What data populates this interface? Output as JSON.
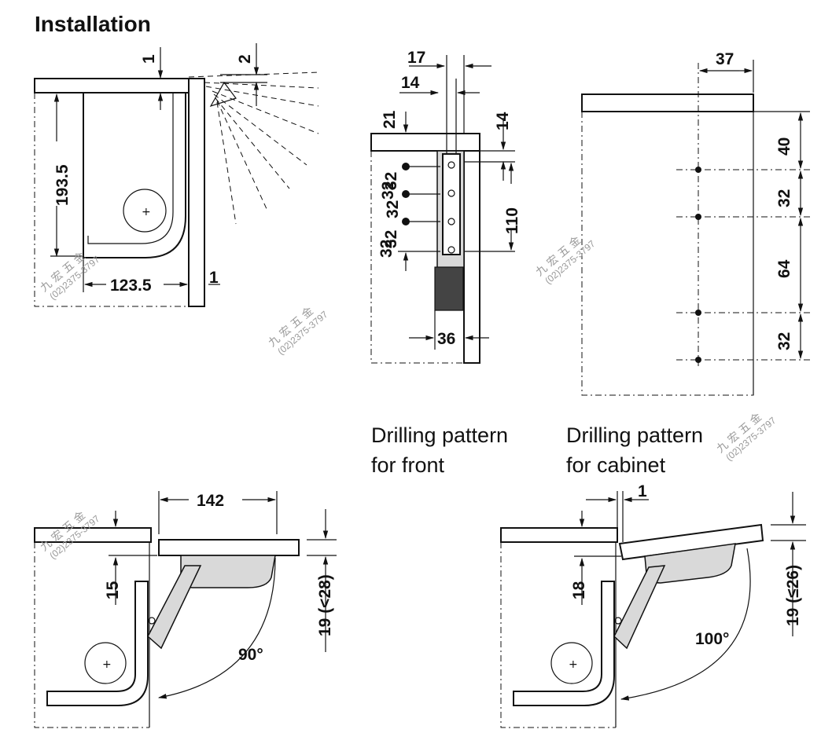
{
  "title": "Installation",
  "captions": {
    "front_line1": "Drilling pattern",
    "front_line2": "for front",
    "cabinet_line1": "Drilling pattern",
    "cabinet_line2": "for cabinet"
  },
  "install_top": {
    "dim_1a": "1",
    "dim_2": "2",
    "dim_193_5": "193.5",
    "dim_123_5": "123.5",
    "dim_1b": "1"
  },
  "front_pattern": {
    "dim_17": "17",
    "dim_14_left": "14",
    "dim_21": "21",
    "dim_14_right": "14",
    "dim_32_a": "32",
    "dim_32_b": "32",
    "dim_32_c": "32",
    "dim_32_d": "32",
    "dim_32_e": "32",
    "dim_110": "110",
    "dim_36": "36"
  },
  "cabinet_pattern": {
    "dim_37": "37",
    "dim_40": "40",
    "dim_32_top": "32",
    "dim_64": "64",
    "dim_32_bottom": "32"
  },
  "open_90": {
    "dim_142": "142",
    "dim_15": "15",
    "dim_19": "19 (<28)",
    "angle": "90°"
  },
  "open_100": {
    "dim_1": "1",
    "dim_18": "18",
    "dim_19": "19 (≤26)",
    "angle": "100°"
  },
  "watermark": {
    "name": "九 宏 五 金",
    "phone": "(02)2375-3797"
  }
}
